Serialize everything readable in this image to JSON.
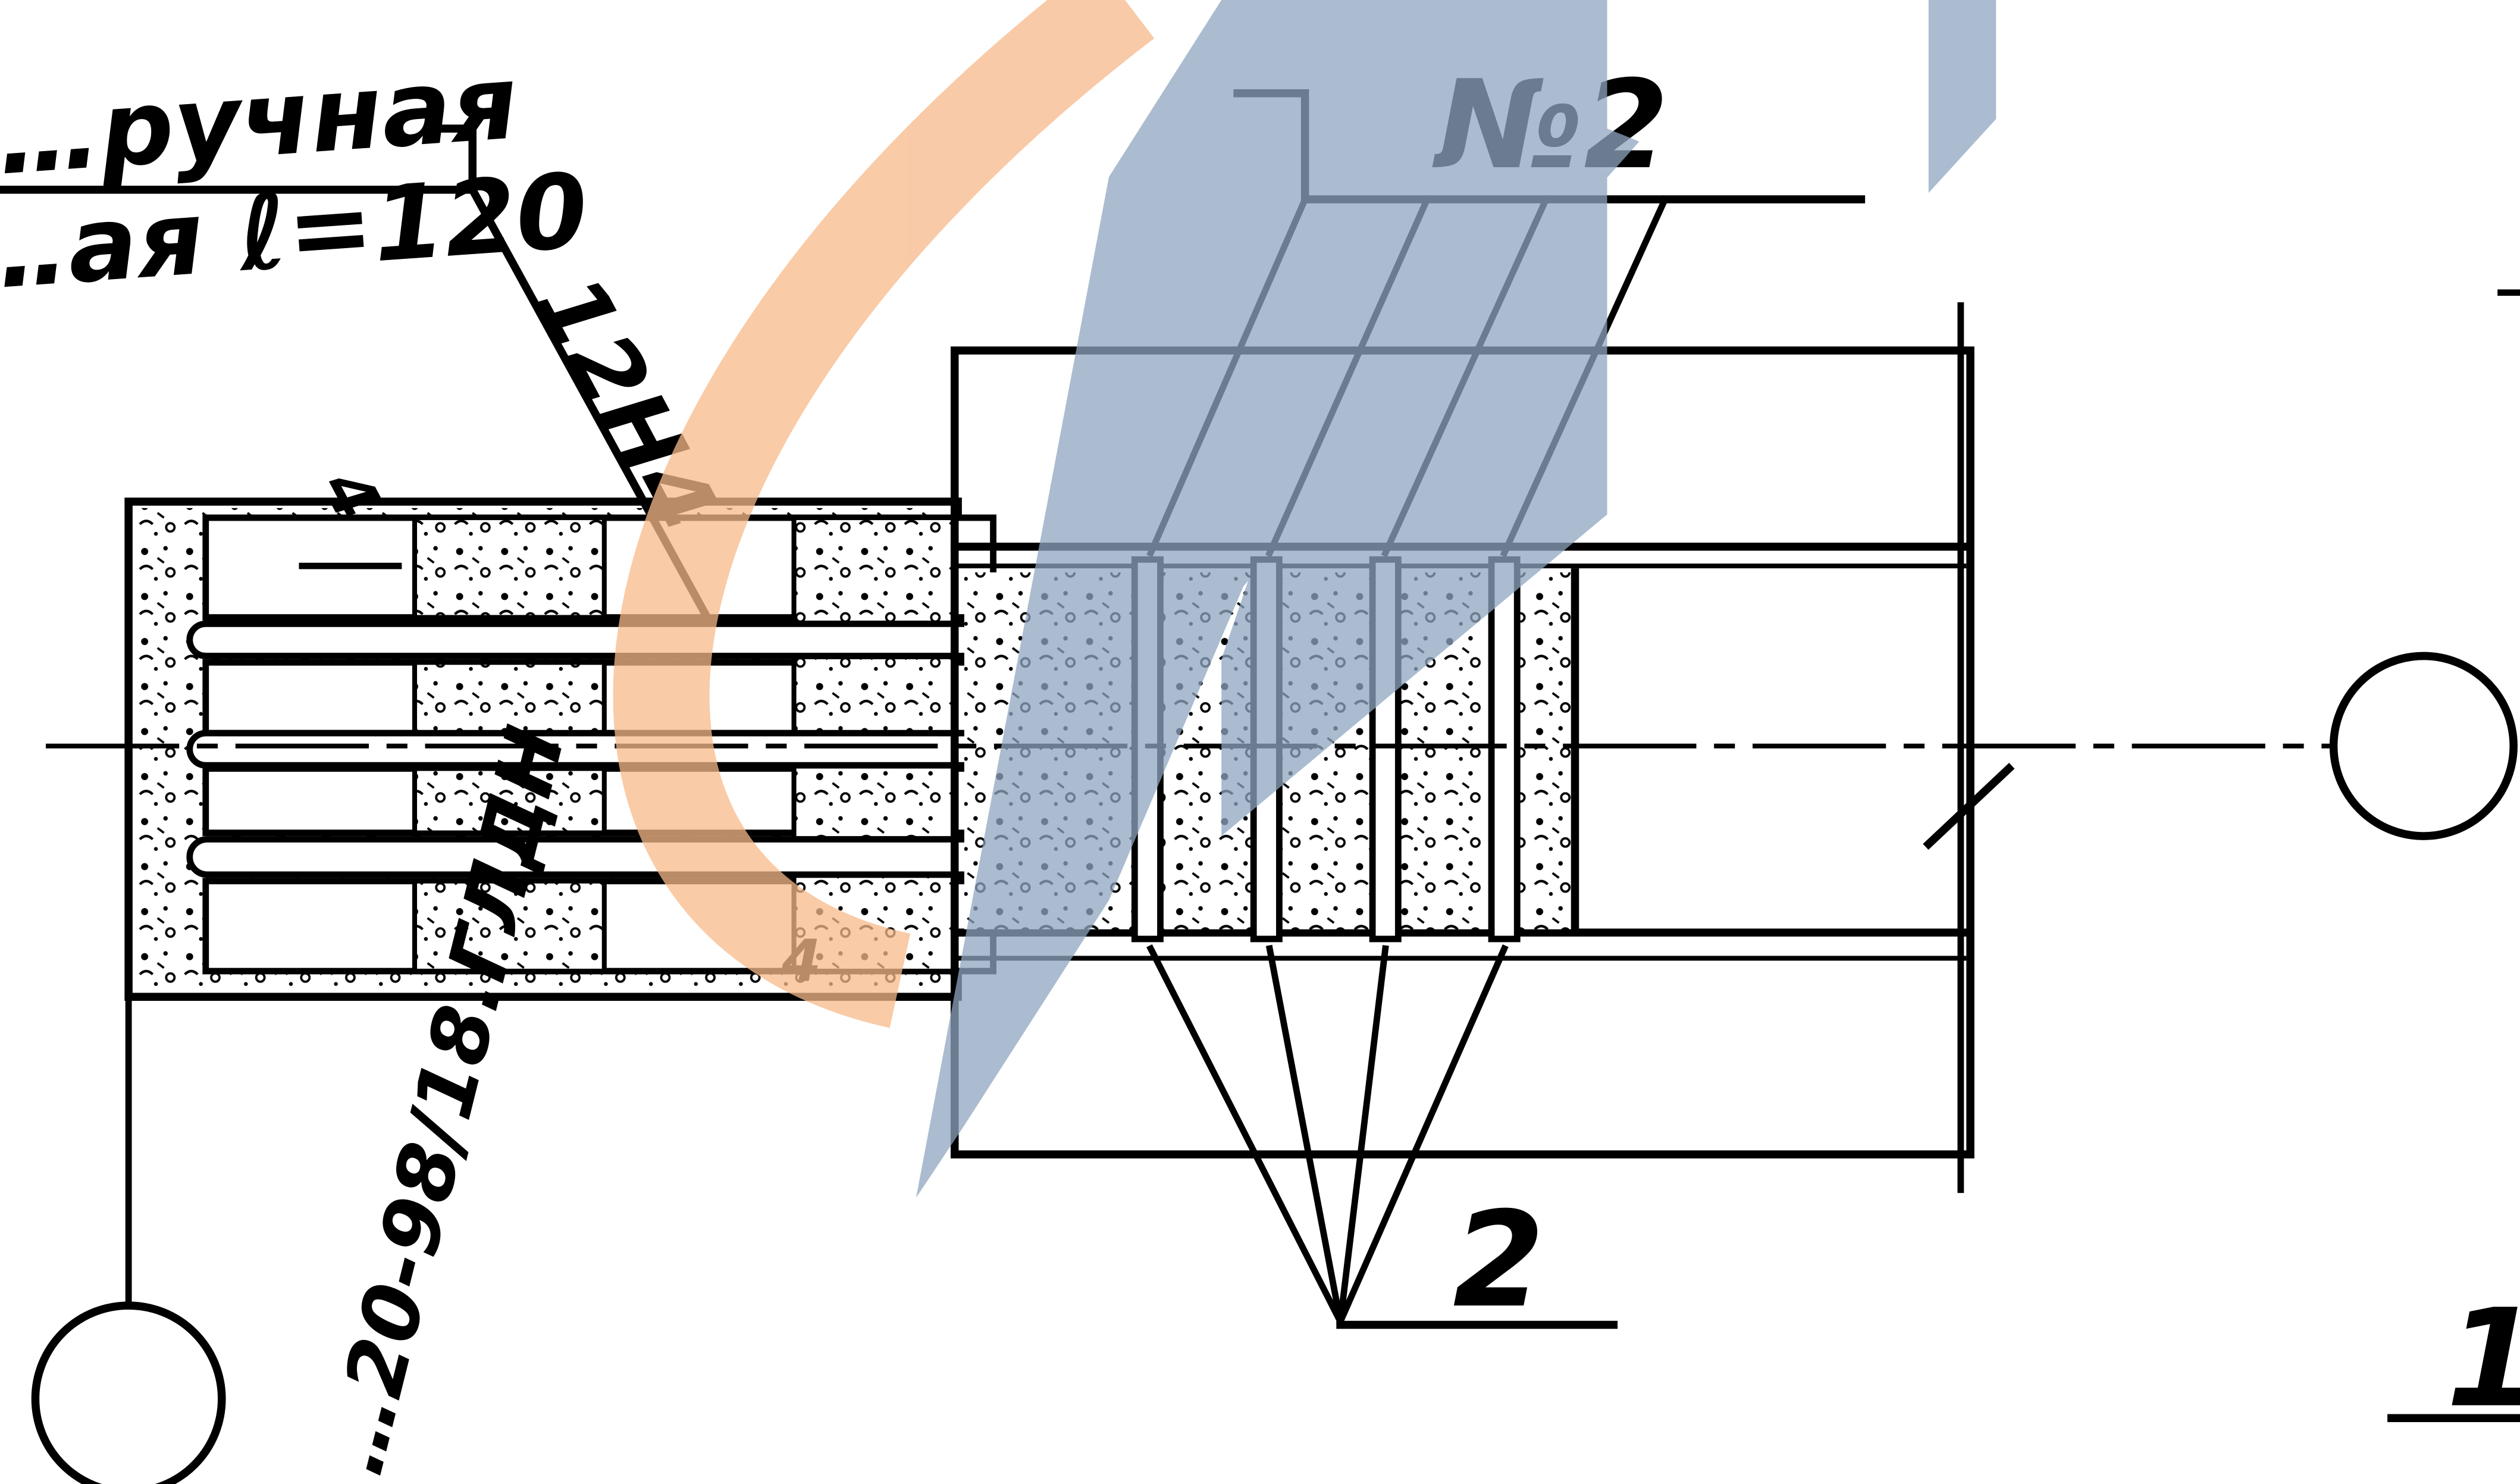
{
  "drawing": {
    "labels": {
      "top_left_line1": "…ручная",
      "top_left_line2": "…ая ℓ=120",
      "weld_leader": "12Н4",
      "small_mark_top": "4",
      "small_mark_bottom": "4",
      "vertical_note": "…20-98/18.ГЛДН",
      "node_number": "№2",
      "callout_bottom": "2",
      "right_edge_mark": "1"
    },
    "colors": {
      "ink": "#000000",
      "watermark_blue": "#8fa6c1",
      "watermark_orange": "#f7b98a"
    },
    "icons": {
      "watermark": "watermark-logo",
      "section_marker": "section-circle-icon"
    }
  }
}
